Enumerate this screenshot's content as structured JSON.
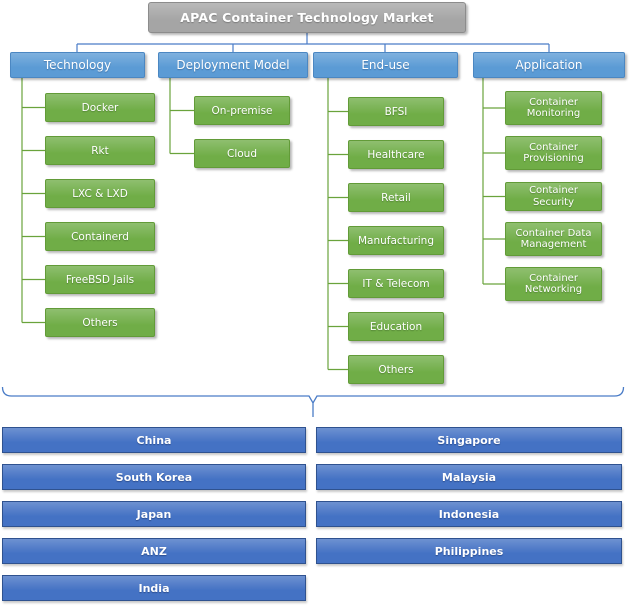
{
  "title": "APAC Container Technology Market",
  "colors": {
    "title_fill": "#a5a5a5",
    "header_fill": "#5b9bd5",
    "item_fill": "#70ad47",
    "country_fill": "#4472c4",
    "connector_blue": "#4a7cc7",
    "connector_green": "#6aa33c"
  },
  "columns": [
    {
      "header": "Technology",
      "items": [
        "Docker",
        "Rkt",
        "LXC & LXD",
        "Containerd",
        "FreeBSD Jails",
        "Others"
      ]
    },
    {
      "header": "Deployment Model",
      "items": [
        "On-premise",
        "Cloud"
      ]
    },
    {
      "header": "End-use",
      "items": [
        "BFSI",
        "Healthcare",
        "Retail",
        "Manufacturing",
        "IT & Telecom",
        "Education",
        "Others"
      ]
    },
    {
      "header": "Application",
      "items": [
        "Container Monitoring",
        "Container Provisioning",
        "Container Security",
        "Container Data Management",
        "Container Networking"
      ]
    }
  ],
  "countries": {
    "left": [
      "China",
      "South Korea",
      "Japan",
      "ANZ",
      "India"
    ],
    "right": [
      "Singapore",
      "Malaysia",
      "Indonesia",
      "Philippines"
    ]
  }
}
